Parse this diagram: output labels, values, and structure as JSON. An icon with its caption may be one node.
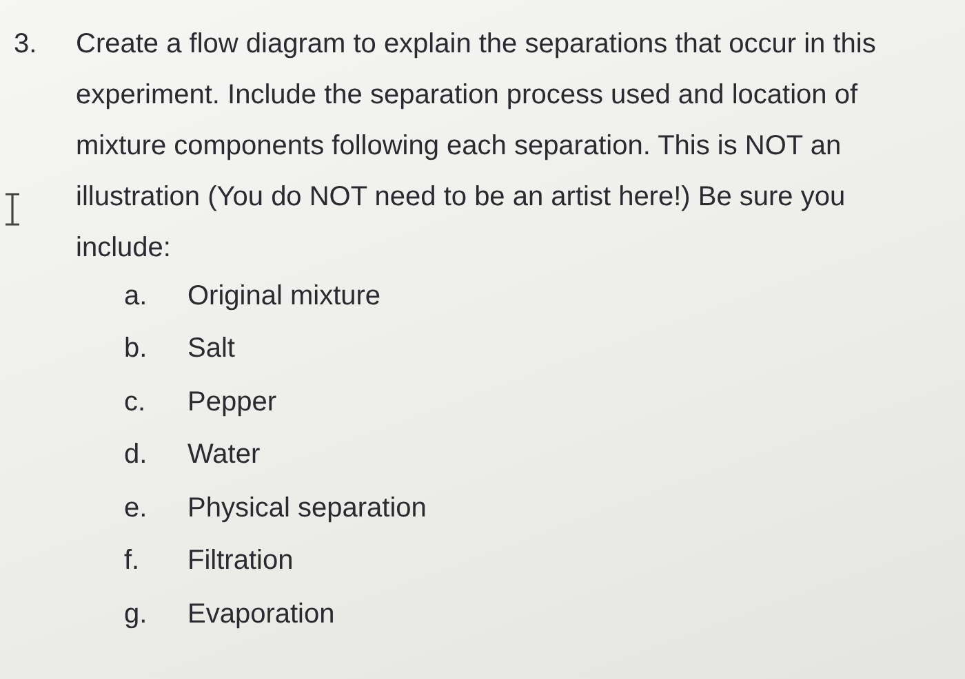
{
  "diagram": {
    "labels": [
      "3.",
      "Create a flow diagram to explain the separations that occur in this experiment. Include the separation process used and location of mixture components following each separation. This is NOT an illustration (You do NOT need to be an artist here!) Be sure you include:",
      "a.",
      "Original mixture",
      "b.",
      "Salt",
      "c.",
      "Pepper",
      "d.",
      "Water",
      "e.",
      "Physical separation",
      "f.",
      "Filtration",
      "g.",
      "Evaporation"
    ]
  }
}
